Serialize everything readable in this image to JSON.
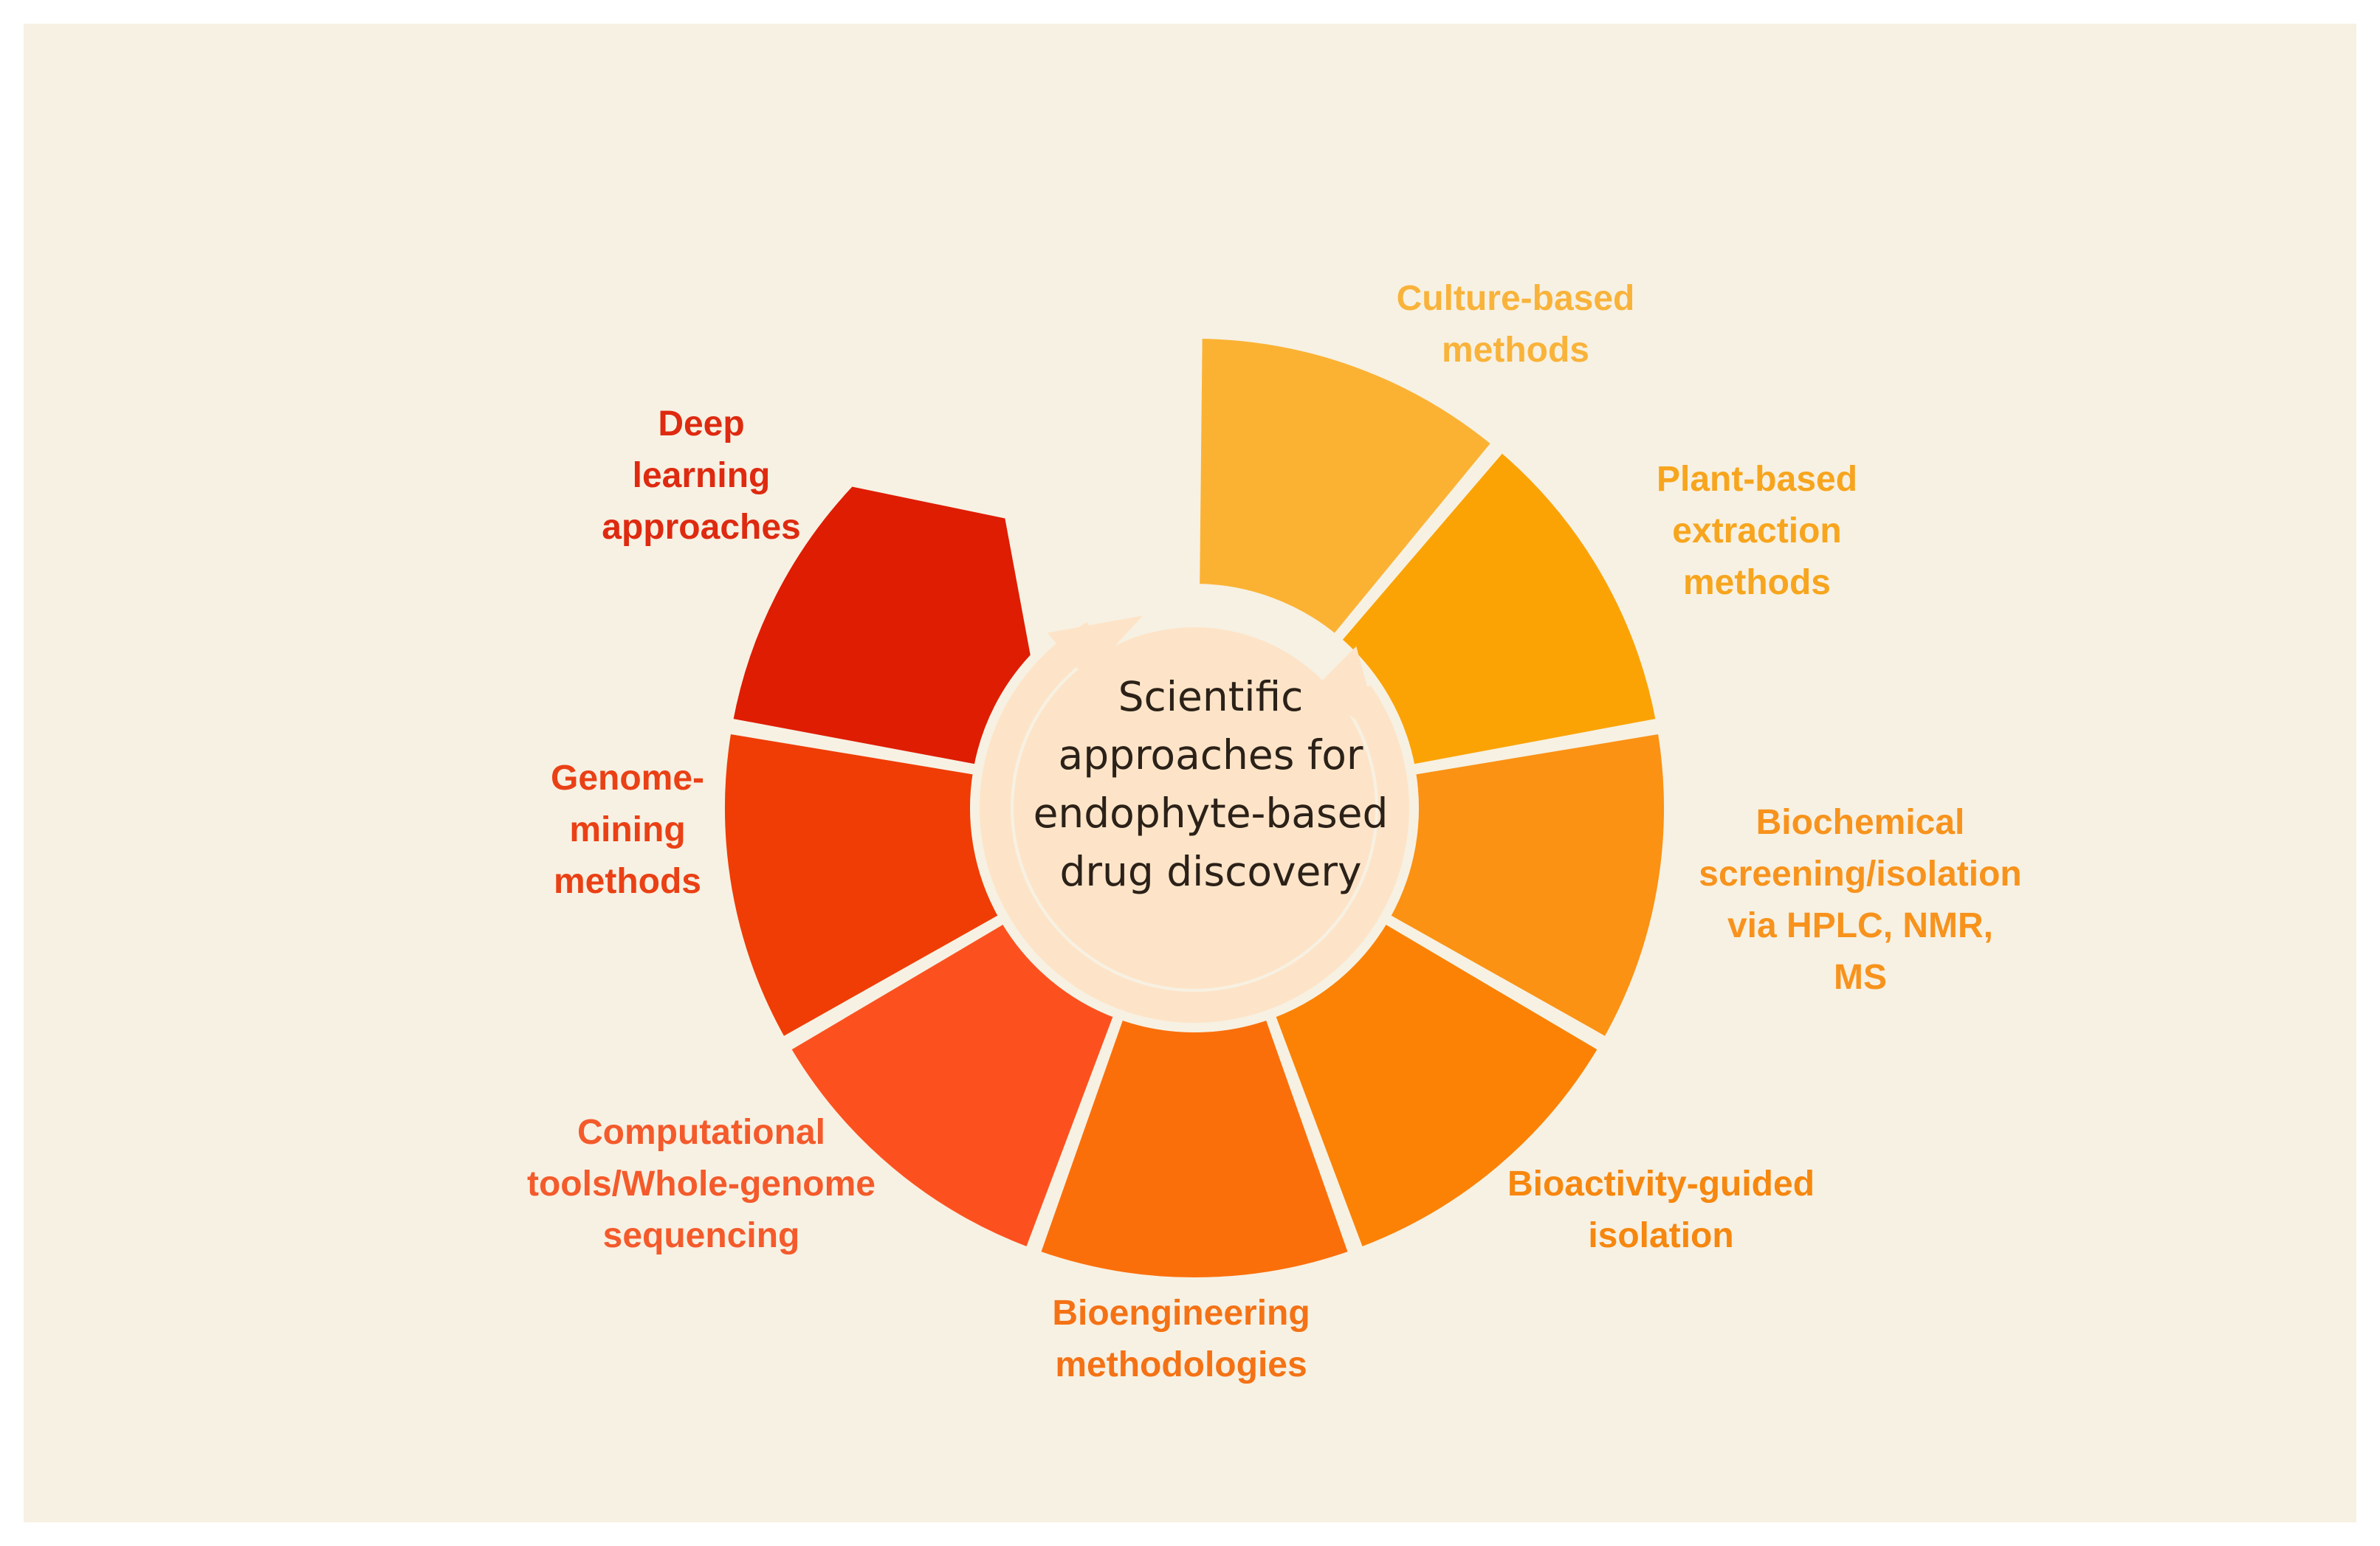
{
  "center": {
    "title_lines": [
      "Scientific",
      "approaches for",
      "endophyte-based",
      "drug discovery"
    ]
  },
  "segments": [
    {
      "lines": [
        "Culture-based",
        "methods"
      ],
      "color": "#fbb233",
      "label_color": "#f9b33a"
    },
    {
      "lines": [
        "Plant-based",
        "extraction",
        "methods"
      ],
      "color": "#fba305",
      "label_color": "#f7a51e"
    },
    {
      "lines": [
        "Biochemical",
        "screening/isolation",
        "via HPLC, NMR,",
        "MS"
      ],
      "color": "#fb9214",
      "label_color": "#f7931d"
    },
    {
      "lines": [
        "Bioactivity-guided",
        "isolation"
      ],
      "color": "#fb8205",
      "label_color": "#f6870f"
    },
    {
      "lines": [
        "Bioengineering",
        "methodologies"
      ],
      "color": "#fb6f0b",
      "label_color": "#f47215"
    },
    {
      "lines": [
        "Computational",
        "tools/Whole-genome",
        "sequencing"
      ],
      "color": "#fc511f",
      "label_color": "#f45a2b"
    },
    {
      "lines": [
        "Genome-",
        "mining",
        "methods"
      ],
      "color": "#ef3d05",
      "label_color": "#ea4015"
    },
    {
      "lines": [
        "Deep",
        "learning",
        "approaches"
      ],
      "color": "#de1d02",
      "label_color": "#de2a10"
    }
  ],
  "colors": {
    "background": "#f7f1e3",
    "center_fill": "#fde4c8",
    "center_text": "#2b2118",
    "arrow": "#fde4c8"
  }
}
